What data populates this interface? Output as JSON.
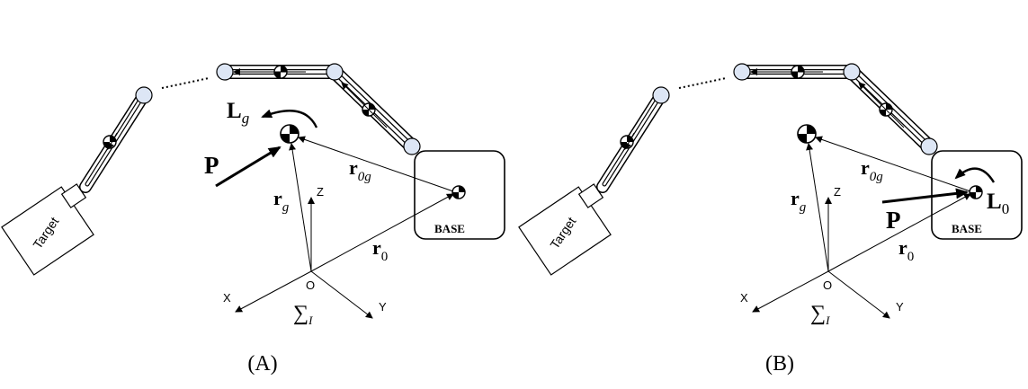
{
  "panels": [
    {
      "id": "A",
      "caption": "(A)",
      "target_label": "Target",
      "base_label": "BASE",
      "axes": {
        "x": "X",
        "y": "Y",
        "z": "Z",
        "origin": "O",
        "frame_sym": "∑",
        "frame_sub": "I"
      },
      "vectors": {
        "r_g": {
          "main": "r",
          "sub": "g"
        },
        "r_0g": {
          "main": "r",
          "sub": "0g"
        },
        "r_0": {
          "main": "r",
          "sub": "0"
        }
      },
      "momentum": {
        "main": "L",
        "sub": "g"
      },
      "force": "P"
    },
    {
      "id": "B",
      "caption": "(B)",
      "target_label": "Target",
      "base_label": "BASE",
      "axes": {
        "x": "X",
        "y": "Y",
        "z": "Z",
        "origin": "O",
        "frame_sym": "∑",
        "frame_sub": "I"
      },
      "vectors": {
        "r_g": {
          "main": "r",
          "sub": "g"
        },
        "r_0g": {
          "main": "r",
          "sub": "0g"
        },
        "r_0": {
          "main": "r",
          "sub": "0"
        }
      },
      "momentum": {
        "main": "L",
        "sub": "0"
      },
      "force": "P"
    }
  ]
}
